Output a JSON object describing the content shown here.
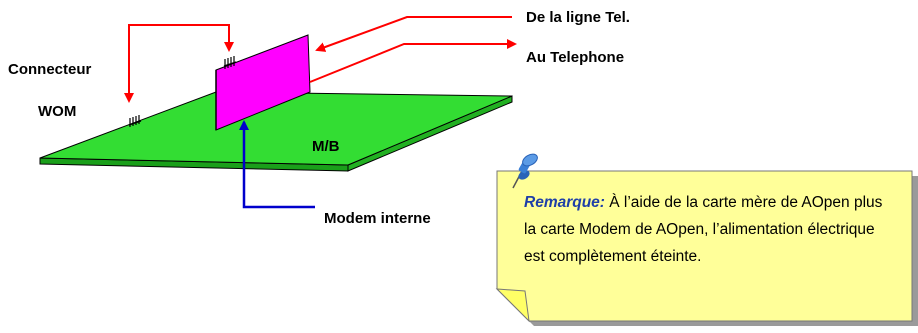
{
  "labels": {
    "connecteur": "Connecteur",
    "wom": "WOM",
    "ligne_tel": "De la ligne Tel.",
    "au_telephone": "Au Telephone",
    "mb": "M/B",
    "modem_interne": "Modem interne"
  },
  "note": {
    "remarque": "Remarque:",
    "body": " À l’aide de la carte mère de AOpen plus la carte Modem de AOpen, l’alimentation électrique est complètement éteinte."
  },
  "colors": {
    "board": "#33dd33",
    "card": "#ff00ff",
    "arrow_red": "#ff0000",
    "arrow_blue": "#0000cc",
    "note_bg": "#ffff99",
    "note_fold": "#ffff66",
    "pin": "#3a7fd6",
    "remarque_text": "#1e3fa8"
  }
}
